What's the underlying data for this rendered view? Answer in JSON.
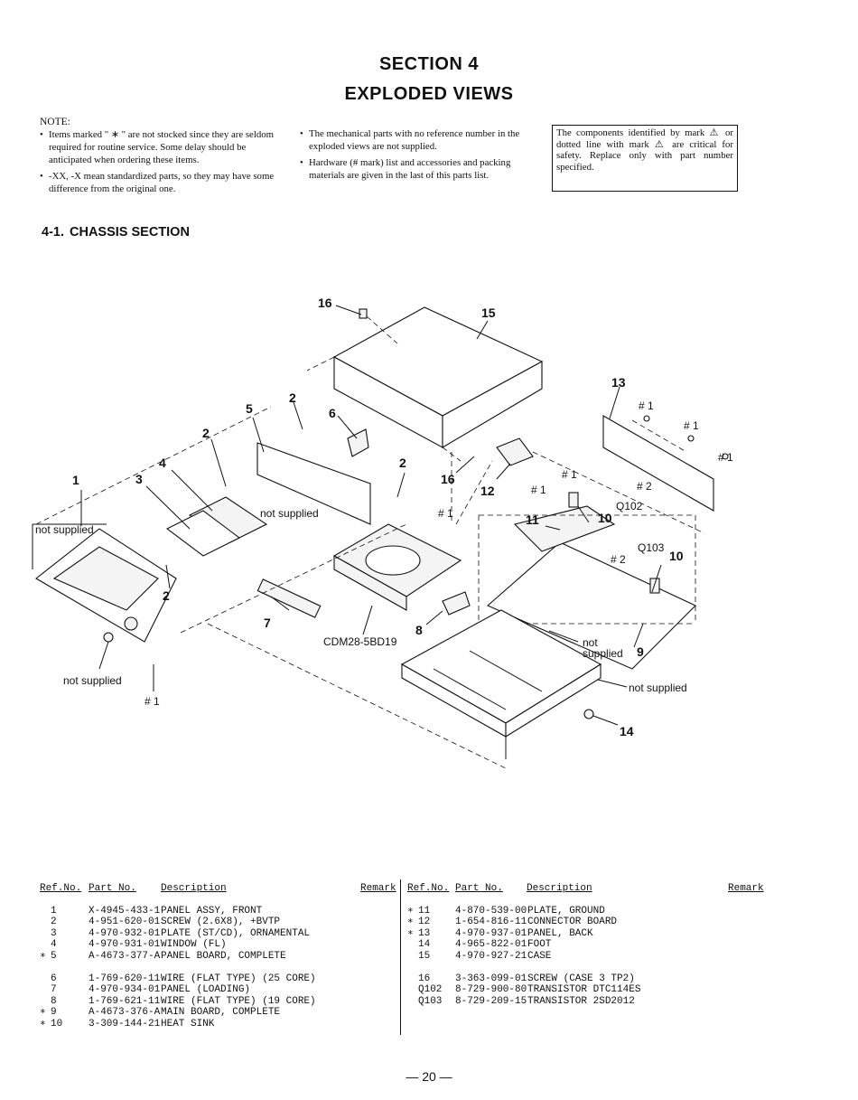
{
  "header": {
    "section": "SECTION 4",
    "title": "EXPLODED VIEWS"
  },
  "notes": {
    "label": "NOTE:",
    "left": [
      "Items marked \" ∗ \" are not stocked since they are seldom required for routine service. Some delay should be anticipated when ordering these items.",
      "-XX, -X mean standardized parts, so they may have some difference from the original one."
    ],
    "middle": [
      "The mechanical parts with no reference number in the exploded views are not supplied.",
      "Hardware (# mark) list and accessories and packing materials are given in the last of this parts list."
    ],
    "safety": "The components identified by mark ⚠ or dotted line with mark ⚠ are critical for safety. Replace only with part number specified."
  },
  "subsection": {
    "number": "4-1.",
    "title": "CHASSIS SECTION"
  },
  "diagram": {
    "callouts": [
      "1",
      "2",
      "2",
      "2",
      "2",
      "3",
      "4",
      "5",
      "6",
      "7",
      "8",
      "9",
      "10",
      "10",
      "11",
      "12",
      "13",
      "14",
      "15",
      "16",
      "16"
    ],
    "labels": {
      "not_supplied": "not supplied",
      "not": "not",
      "supplied": "supplied",
      "cdm": "CDM28-5BD19",
      "q102": "Q102",
      "q103": "Q103",
      "hw1": "# 1",
      "hw2": "# 2"
    }
  },
  "table": {
    "headers": {
      "ref": "Ref.No.",
      "part": "Part No.",
      "desc": "Description",
      "remark": "Remark"
    },
    "left_rows": [
      {
        "mark": "",
        "ref": "1",
        "part": "X-4945-433-1",
        "desc": "PANEL ASSY, FRONT"
      },
      {
        "mark": "",
        "ref": "2",
        "part": "4-951-620-01",
        "desc": "SCREW (2.6X8), +BVTP"
      },
      {
        "mark": "",
        "ref": "3",
        "part": "4-970-932-01",
        "desc": "PLATE (ST/CD), ORNAMENTAL"
      },
      {
        "mark": "",
        "ref": "4",
        "part": "4-970-931-01",
        "desc": "WINDOW (FL)"
      },
      {
        "mark": "∗",
        "ref": "5",
        "part": "A-4673-377-A",
        "desc": "PANEL BOARD, COMPLETE"
      },
      {
        "mark": "",
        "ref": "6",
        "part": "1-769-620-11",
        "desc": "WIRE (FLAT TYPE) (25 CORE)"
      },
      {
        "mark": "",
        "ref": "7",
        "part": "4-970-934-01",
        "desc": "PANEL (LOADING)"
      },
      {
        "mark": "",
        "ref": "8",
        "part": "1-769-621-11",
        "desc": "WIRE (FLAT TYPE) (19 CORE)"
      },
      {
        "mark": "∗",
        "ref": "9",
        "part": "A-4673-376-A",
        "desc": "MAIN BOARD, COMPLETE"
      },
      {
        "mark": "∗",
        "ref": "10",
        "part": "3-309-144-21",
        "desc": "HEAT SINK"
      }
    ],
    "right_rows": [
      {
        "mark": "∗",
        "ref": "11",
        "part": "4-870-539-00",
        "desc": "PLATE, GROUND"
      },
      {
        "mark": "∗",
        "ref": "12",
        "part": "1-654-816-11",
        "desc": "CONNECTOR BOARD"
      },
      {
        "mark": "∗",
        "ref": "13",
        "part": "4-970-937-01",
        "desc": "PANEL, BACK"
      },
      {
        "mark": "",
        "ref": "14",
        "part": "4-965-822-01",
        "desc": "FOOT"
      },
      {
        "mark": "",
        "ref": "15",
        "part": "4-970-927-21",
        "desc": "CASE"
      },
      {
        "mark": "",
        "ref": "16",
        "part": "3-363-099-01",
        "desc": "SCREW (CASE 3 TP2)"
      },
      {
        "mark": "",
        "ref": "Q102",
        "part": "8-729-900-80",
        "desc": "TRANSISTOR  DTC114ES"
      },
      {
        "mark": "",
        "ref": "Q103",
        "part": "8-729-209-15",
        "desc": "TRANSISTOR  2SD2012"
      }
    ]
  },
  "page_number": "— 20 —"
}
